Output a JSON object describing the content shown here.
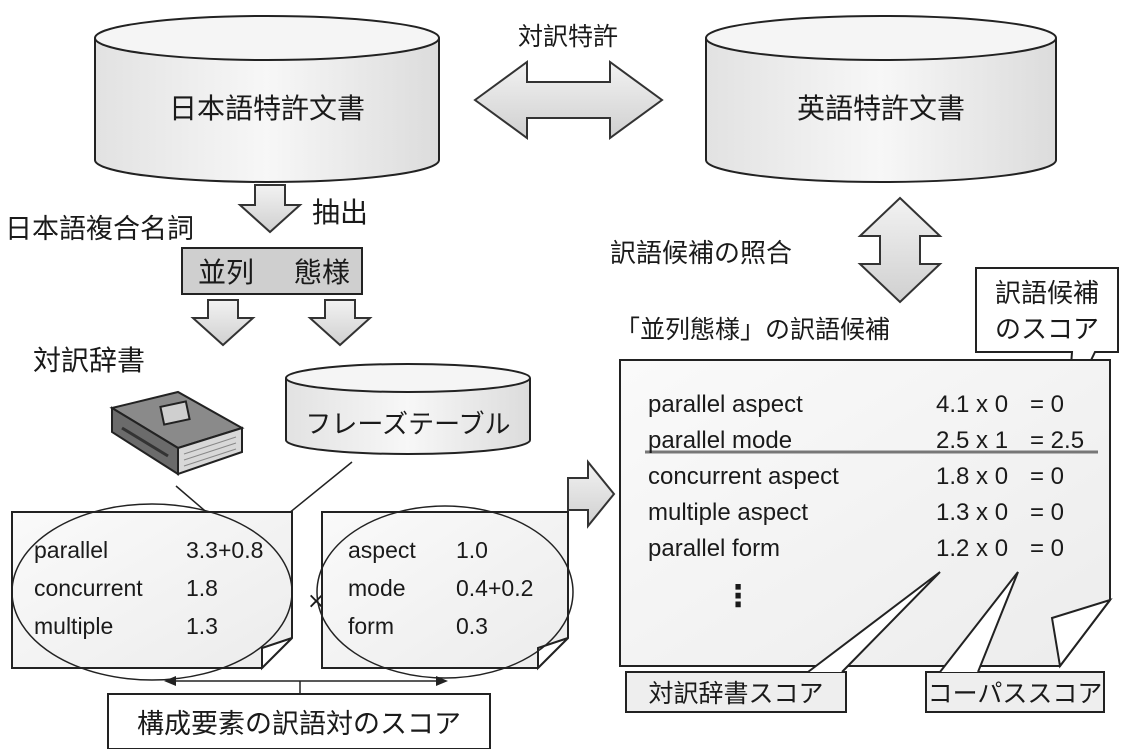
{
  "databases": {
    "japanese_patents": "日本語特許文書",
    "english_patents": "英語特許文書",
    "parallel_patents_label": "対訳特許"
  },
  "extraction": {
    "extract_label": "抽出",
    "compound_noun_label": "日本語複合名詞",
    "components": [
      "並列",
      "態様"
    ]
  },
  "resources": {
    "bilingual_dictionary": "対訳辞書",
    "phrase_table": "フレーズテーブル"
  },
  "left_table": [
    {
      "term": "parallel",
      "score": "3.3+0.8"
    },
    {
      "term": "concurrent",
      "score": "1.8"
    },
    {
      "term": "multiple",
      "score": "1.3"
    }
  ],
  "multiply_sign": "×",
  "right_table": [
    {
      "term": "aspect",
      "score": "1.0"
    },
    {
      "term": "mode",
      "score": "0.4+0.2"
    },
    {
      "term": "form",
      "score": "0.3"
    }
  ],
  "component_pair_score_label": "構成要素の訳語対のスコア",
  "matching_label": "訳語候補の照合",
  "candidates_title": "「並列態様」の訳語候補",
  "candidate_score_callout": [
    "訳語候補",
    "のスコア"
  ],
  "candidates": [
    {
      "term": "parallel aspect",
      "score": "4.1 x 0",
      "result": "= 0"
    },
    {
      "term": "parallel mode",
      "score": "2.5 x 1",
      "result": "= 2.5"
    },
    {
      "term": "concurrent aspect",
      "score": "1.8 x 0",
      "result": "= 0"
    },
    {
      "term": "multiple aspect",
      "score": "1.3 x 0",
      "result": "= 0"
    },
    {
      "term": "parallel form",
      "score": "1.2 x 0",
      "result": "= 0"
    }
  ],
  "ellipsis": "⋮",
  "dictionary_score_label": "対訳辞書スコア",
  "corpus_score_label": "コーパススコア"
}
